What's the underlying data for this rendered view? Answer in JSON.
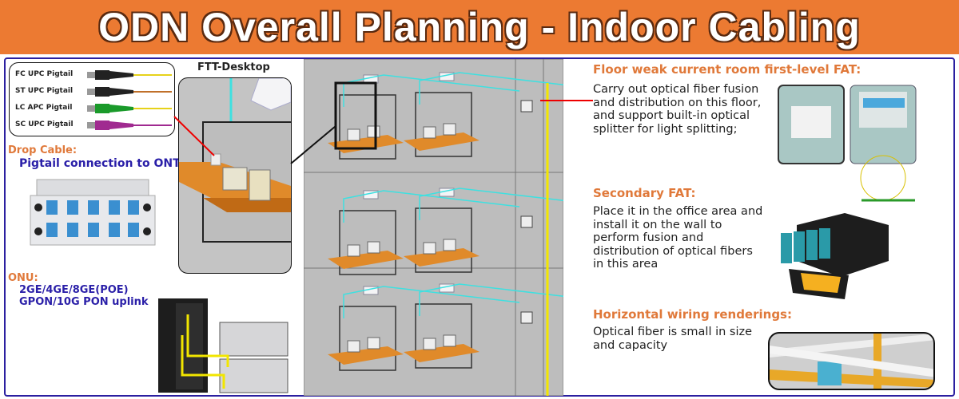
{
  "header": {
    "title": "ODN Overall Planning - Indoor Cabling"
  },
  "left": {
    "pigtails": [
      {
        "label": "FC UPC Pigtail",
        "color": "#e6d21a",
        "connector": "#222222"
      },
      {
        "label": "ST UPC Pigtail",
        "color": "#c0702a",
        "connector": "#222222"
      },
      {
        "label": "LC APC Pigtail",
        "color": "#e6d21a",
        "connector": "#1a9a2a"
      },
      {
        "label": "SC UPC Pigtail",
        "color": "#a02a90",
        "connector": "#a02a90"
      }
    ],
    "drop_cable_heading": "Drop Cable:",
    "drop_cable_desc": "Pigtail connection to ONT",
    "onu_heading": "ONU:",
    "onu_line1": "2GE/4GE/8GE(POE)",
    "onu_line2": "GPON/10G PON uplink"
  },
  "center": {
    "ftt_label": "FTT-Desktop"
  },
  "right": {
    "sections": [
      {
        "heading": "Floor weak current room first-level FAT:",
        "text": "Carry out optical fiber fusion and distribution on this floor, and support built-in optical splitter for light splitting;"
      },
      {
        "heading": "Secondary FAT:",
        "text": "Place it in the office area and install it on the wall to perform fusion and distribution of optical fibers in this area"
      },
      {
        "heading": "Horizontal wiring renderings:",
        "text": "Optical fiber is small in size and capacity"
      }
    ]
  },
  "colors": {
    "accent": "#ec7a32",
    "heading": "#e0793a",
    "blue": "#2a1fa8",
    "fiber": "#f2e600",
    "cyan": "#3ee0e0"
  }
}
